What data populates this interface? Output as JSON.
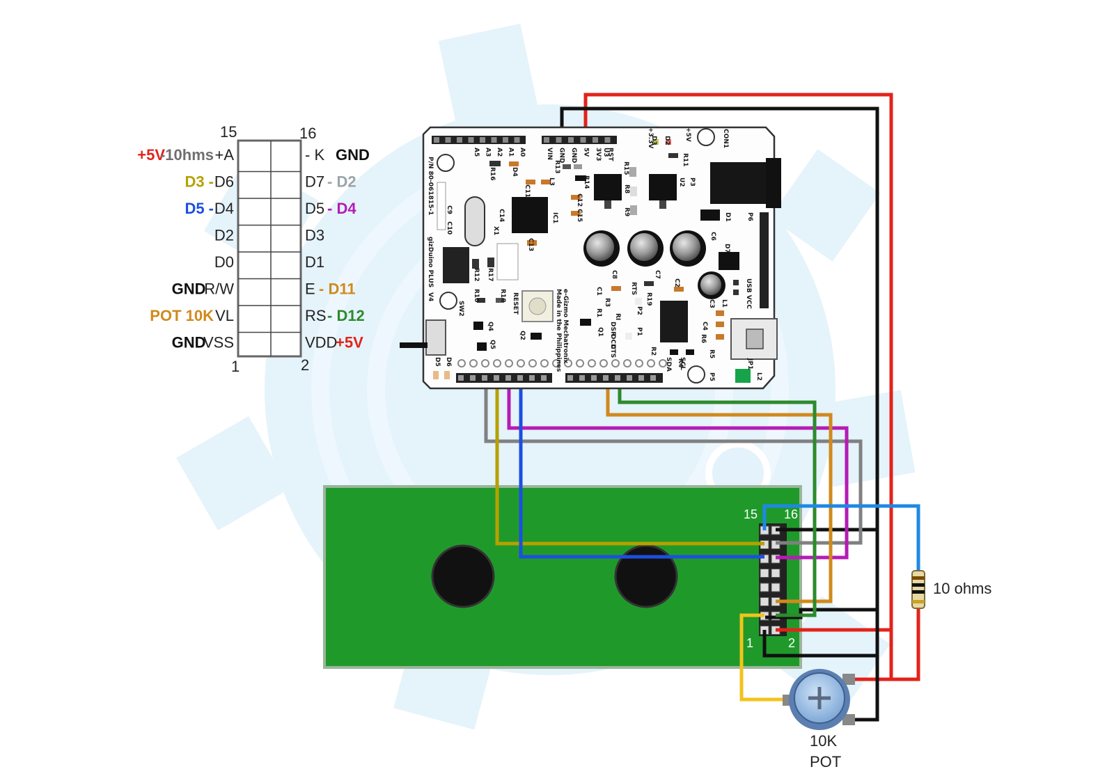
{
  "colors": {
    "red": "#e2231a",
    "black": "#111111",
    "gray": "#808080",
    "olive": "#b5a100",
    "blue": "#1c4fe0",
    "magenta": "#b41cb4",
    "orange": "#d08a1c",
    "green": "#2d8a2d",
    "yellow": "#f3c31c",
    "sky": "#1e88e5",
    "watermark": "#e3f2fb",
    "lcd_green": "#1f9a2a"
  },
  "pinout": {
    "top_left": "15",
    "top_right": "16",
    "bottom_left": "1",
    "bottom_right": "2",
    "rows": [
      {
        "left_note": "+5V",
        "left_note2": " -10hms",
        "left_pin": "+A",
        "right_pin": "- K",
        "right_note": "GND"
      },
      {
        "left_note": "D3 -",
        "left_note2": "",
        "left_pin": "D6",
        "right_pin": "D7",
        "right_note": "- D2"
      },
      {
        "left_note": "D5 -",
        "left_note2": "",
        "left_pin": "D4",
        "right_pin": "D5",
        "right_note": "- D4"
      },
      {
        "left_note": "",
        "left_note2": "",
        "left_pin": "D2",
        "right_pin": "D3",
        "right_note": ""
      },
      {
        "left_note": "",
        "left_note2": "",
        "left_pin": "D0",
        "right_pin": "D1",
        "right_note": ""
      },
      {
        "left_note": "GND",
        "left_note2": "",
        "left_pin": "R/W",
        "right_pin": "E",
        "right_note": "- D11"
      },
      {
        "left_note": "POT 10K",
        "left_note2": "",
        "left_pin": "VL",
        "right_pin": "RS",
        "right_note": "- D12"
      },
      {
        "left_note": "GND",
        "left_note2": "",
        "left_pin": "VSS",
        "right_pin": "VDD",
        "right_note": "+5V"
      }
    ]
  },
  "board": {
    "part_number": "P/N 80-061815-1",
    "name": "gizDuino PLUS",
    "version": "V4",
    "maker": "e-Gizmo Mechatronix",
    "made_in": "Made in the Philippines",
    "reset": "RESET",
    "power_header": [
      "VIN",
      "GND",
      "GND",
      "5V",
      "3V3",
      "RST"
    ],
    "analog_header": [
      "A0",
      "A1",
      "A2",
      "A3",
      "A5"
    ],
    "components": [
      "IC1",
      "X1",
      "C14",
      "C13",
      "C11",
      "L3",
      "C12",
      "C15",
      "R14",
      "R13",
      "R16",
      "D4",
      "R15",
      "R8",
      "R9",
      "U3",
      "U2",
      "P3",
      "D1",
      "P6",
      "D2",
      "D3",
      "R11",
      "CON1",
      "+5V",
      "+3.3V",
      "C8",
      "C7",
      "C6",
      "D7",
      "C3",
      "L1",
      "C2",
      "R19",
      "RTS",
      "C1",
      "R3",
      "P2",
      "R1",
      "RI",
      "DSR",
      "DCD",
      "CTS",
      "P1",
      "Q1",
      "Q2",
      "Q4",
      "Q5",
      "SW2",
      "R12",
      "R17",
      "R10",
      "R18",
      "C9",
      "C10",
      "C4",
      "R6",
      "R5",
      "R2",
      "R4",
      "P5",
      "JP1",
      "L2",
      "SDA",
      "SCL",
      "D5",
      "D6",
      "USB VCC"
    ]
  },
  "lcd": {
    "pin_15": "15",
    "pin_16": "16",
    "pin_1": "1",
    "pin_2": "2"
  },
  "resistor_label": "10 ohms",
  "pot_label_line1": "10K",
  "pot_label_line2": "POT"
}
